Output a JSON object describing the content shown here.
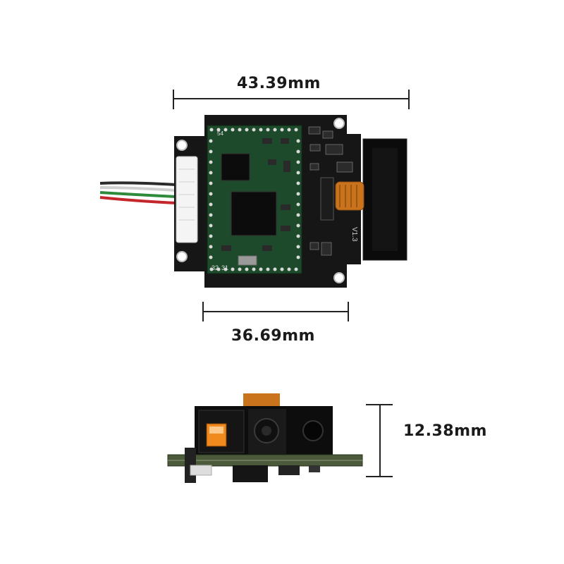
{
  "dimensions": {
    "top_width": "43.39mm",
    "inner_width": "36.69mm",
    "height": "12.38mm"
  },
  "pcb_labels": {
    "version": "V1.3",
    "pin_start": "32",
    "pin_end": "31",
    "top_pin": "54"
  },
  "colors": {
    "pcb_black": "#161616",
    "module_green": "#1d4a2a",
    "flex_orange": "#c9741c",
    "led": "#f08a1e"
  }
}
